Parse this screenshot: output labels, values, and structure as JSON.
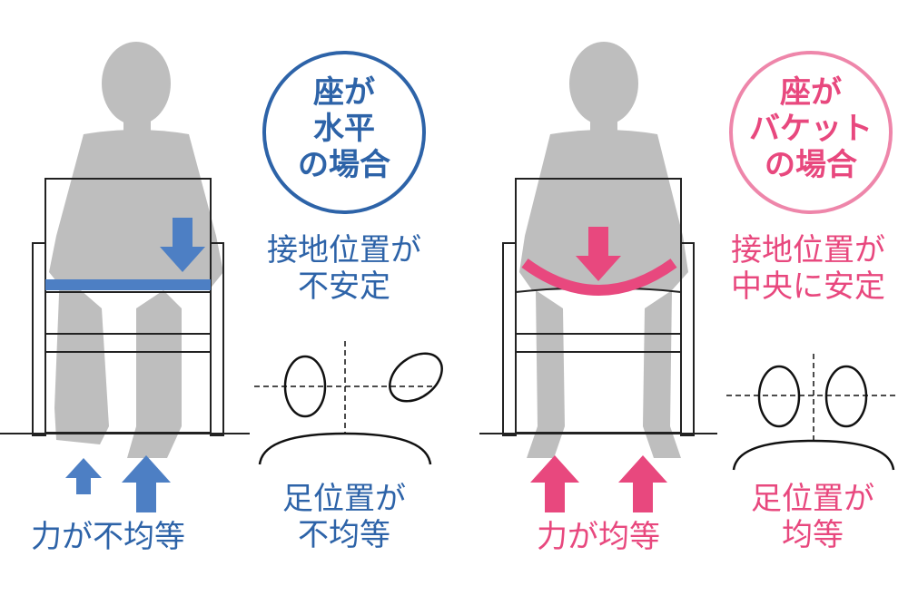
{
  "colors": {
    "blue": "#2d63a8",
    "blue_light": "#4d7fc4",
    "pink": "#e8487e",
    "pink_light": "#ee86aa",
    "silhouette": "#b3b3b3"
  },
  "left": {
    "circle_line1": "座が",
    "circle_line2": "水平",
    "circle_line3": "の場合",
    "contact_line1": "接地位置が",
    "contact_line2": "不安定",
    "force": "力が不均等",
    "foot_line1": "足位置が",
    "foot_line2": "不均等"
  },
  "right": {
    "circle_line1": "座が",
    "circle_line2": "バケット",
    "circle_line3": "の場合",
    "contact_line1": "接地位置が",
    "contact_line2": "中央に安定",
    "force": "力が均等",
    "foot_line1": "足位置が",
    "foot_line2": "均等"
  }
}
